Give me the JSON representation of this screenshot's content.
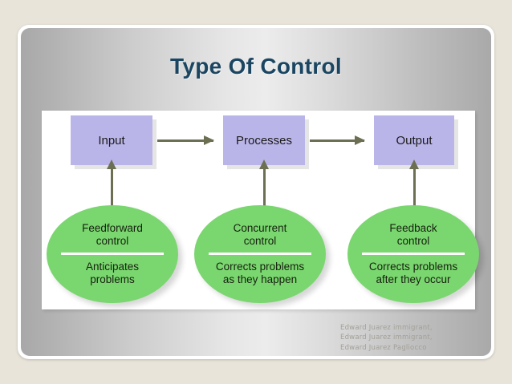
{
  "slide": {
    "title": "Type Of Control"
  },
  "diagram": {
    "boxes": [
      {
        "name": "input",
        "label": "Input"
      },
      {
        "name": "processes",
        "label": "Processes"
      },
      {
        "name": "output",
        "label": "Output"
      }
    ],
    "controls": [
      {
        "name": "feedforward",
        "title": "Feedforward\ncontrol",
        "description": "Anticipates\nproblems"
      },
      {
        "name": "concurrent",
        "title": "Concurrent\ncontrol",
        "description": "Corrects problems\nas they happen"
      },
      {
        "name": "feedback",
        "title": "Feedback\ncontrol",
        "description": "Corrects problems\nafter they occur"
      }
    ]
  },
  "footer": {
    "line1": "Edward Juarez immigrant,",
    "line2": "Edward Juarez immigrant,",
    "line3": "Edward Juarez Pagliocco"
  },
  "colors": {
    "title_text": "#1b4662",
    "box_fill": "#bab5e8",
    "ellipse_fill": "#7ad66f",
    "arrow": "#6c6f52",
    "page_background": "#e8e4da",
    "panel_background": "#ffffff"
  }
}
